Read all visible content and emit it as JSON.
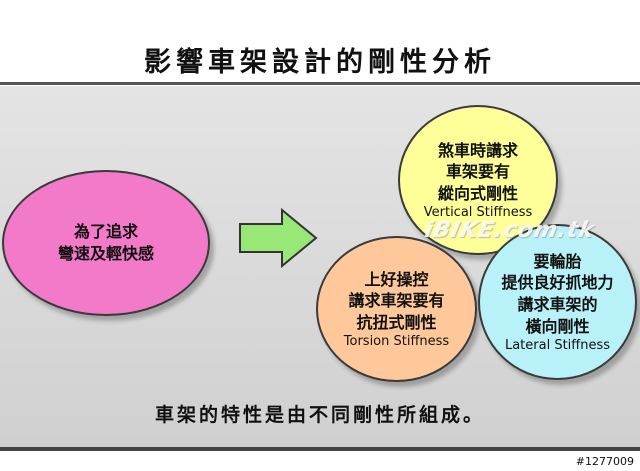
{
  "title": "影響車架設計的剛性分析",
  "left_bubble": {
    "lines": [
      "為了追求",
      "彎速及輕快感"
    ]
  },
  "top_bubble": {
    "lines": [
      "煞車時講求",
      "車架要有",
      "縱向式剛性"
    ],
    "en": "Vertical Stiffness"
  },
  "left_lower_bubble": {
    "lines": [
      "上好操控",
      "講求車架要有",
      "抗扭式剛性"
    ],
    "en": "Torsion Stiffness"
  },
  "right_lower_bubble": {
    "lines": [
      "要輪胎",
      "提供良好抓地力",
      "講求車架的",
      "橫向剛性"
    ],
    "en": "Lateral Stiffness"
  },
  "watermark": "iBIKE.com.tk",
  "conclusion": "車架的特性是由不同剛性所組成。",
  "post_id": "#1277009",
  "colors": {
    "pink": "#f27ac8",
    "yellow": "#ffff9a",
    "orange": "#ffc89a",
    "cyan": "#b8f2f8",
    "arrow": "#98e878"
  }
}
